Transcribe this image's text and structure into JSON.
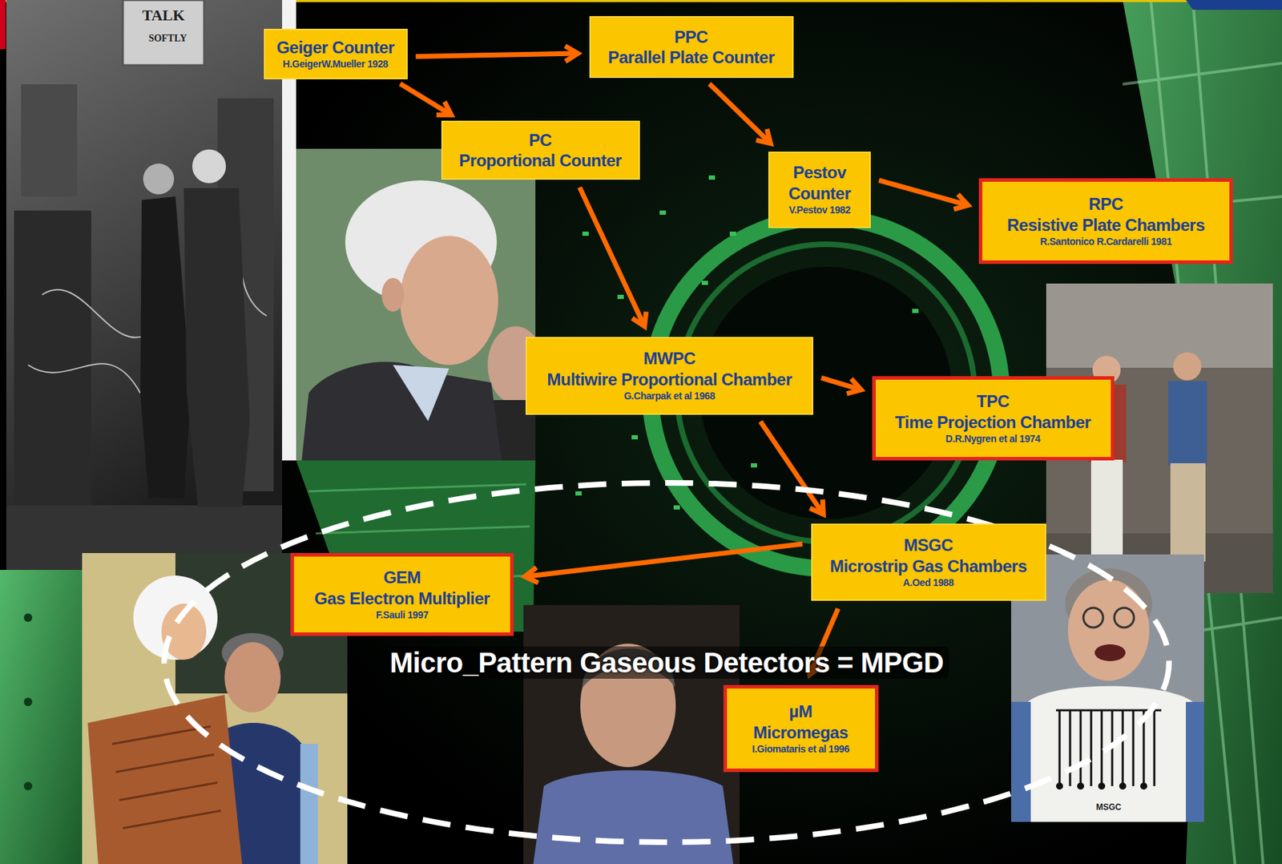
{
  "diagram": {
    "nodes": [
      {
        "text": [
          "Geiger Counter",
          "H.GeigerW.Mueller 1928"
        ]
      },
      {
        "text": [
          "PPC",
          "Parallel Plate Counter"
        ]
      },
      {
        "text": [
          "PC",
          "Proportional Counter"
        ]
      },
      {
        "text": [
          "Pestov Counter",
          "V.Pestov 1982"
        ]
      },
      {
        "text": [
          "RPC",
          "Resistive Plate Chambers",
          "R.Santonico R.Cardarelli 1981"
        ]
      },
      {
        "text": [
          "MWPC",
          "Multiwire Proportional Chamber",
          "G.Charpak et al 1968"
        ]
      },
      {
        "text": [
          "TPC",
          "Time Projection Chamber",
          "D.R.Nygren et al 1974"
        ]
      },
      {
        "text": [
          "Micro_Pattern Gaseous Detectors = MPGD"
        ]
      },
      {
        "text": [
          "MSGC",
          "Microstrip Gas Chambers",
          "A.Oed 1988"
        ],
        "in": 7
      },
      {
        "text": [
          "GEM",
          "Gas Electron Multiplier",
          "F.Sauli 1997"
        ],
        "in": 7
      },
      {
        "text": [
          "µM",
          "Micromegas",
          "I.Giomataris et al 1996"
        ],
        "in": 7
      }
    ],
    "edges": [
      {
        "from": 0,
        "to": 1,
        "arrow": "to"
      },
      {
        "from": 0,
        "to": 2,
        "arrow": "to"
      },
      {
        "from": 1,
        "to": 3,
        "arrow": "to"
      },
      {
        "from": 3,
        "to": 4,
        "arrow": "to"
      },
      {
        "from": 2,
        "to": 5,
        "arrow": "to"
      },
      {
        "from": 5,
        "to": 6,
        "arrow": "to"
      },
      {
        "from": 5,
        "to": 8,
        "arrow": "to"
      },
      {
        "from": 8,
        "to": 9,
        "arrow": "to"
      },
      {
        "from": 8,
        "to": 10,
        "arrow": "to"
      }
    ],
    "labels": [
      "TALK",
      "SOFTLY",
      "MSGC"
    ]
  }
}
